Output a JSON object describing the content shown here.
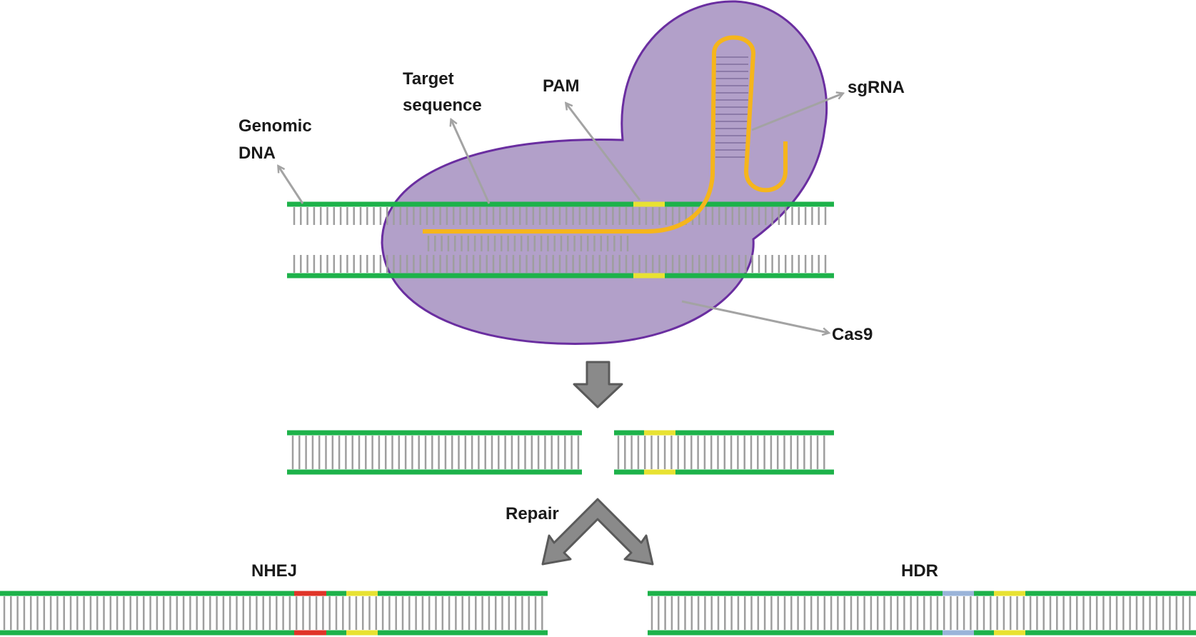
{
  "labels": {
    "genomic_dna": [
      "Genomic",
      "DNA"
    ],
    "target_sequence": [
      "Target",
      "sequence"
    ],
    "pam": "PAM",
    "sgrna": "sgRNA",
    "cas9": "Cas9",
    "repair": "Repair",
    "nhej": "NHEJ",
    "hdr": "HDR"
  },
  "colors": {
    "dna_strand": "#1db24a",
    "base_pair": "#9e9e9e",
    "cas9_fill": "#b2a0c9",
    "cas9_outline": "#6a2ea0",
    "sgrna": "#f5b51c",
    "pam": "#e8e232",
    "indel": "#e03428",
    "donor_template": "#9ab4d9",
    "pointer": "#a3a3a3",
    "flow_arrow_fill": "#8a8a8a",
    "flow_arrow_outline": "#5a5a5a",
    "text": "#1a1a1a"
  },
  "icons": {
    "process_arrow": "down-arrow-icon",
    "repair_split": "split-arrow-icon"
  }
}
